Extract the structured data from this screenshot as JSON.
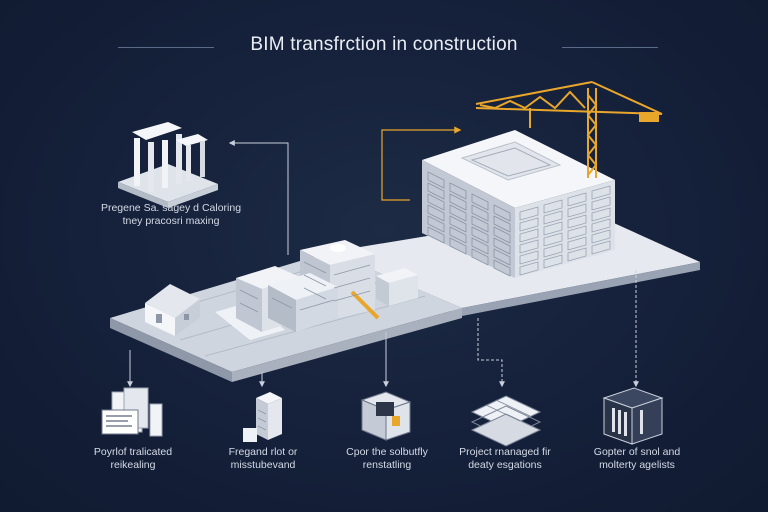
{
  "title": "BIM transfrction in construction",
  "colors": {
    "background": "#15203a",
    "accent": "#e8a62b",
    "building": "#eef1f5",
    "connector": "#c9cfdb"
  },
  "callouts": {
    "top_left": {
      "line1": "Pregene Sa. sagey d Caloring",
      "line2": "tney pracosri maxing",
      "icon": "column-structure-icon"
    }
  },
  "features": [
    {
      "line1": "Poyrlof tralicated",
      "line2": "reikealing",
      "icon": "document-stack-icon"
    },
    {
      "line1": "Fregand rlot or",
      "line2": "misstubevand",
      "icon": "tower-building-icon"
    },
    {
      "line1": "Cpor the solbutfly",
      "line2": "renstatling",
      "icon": "device-panel-icon"
    },
    {
      "line1": "Project rnanaged fir",
      "line2": "deaty esgations",
      "icon": "layered-model-icon"
    },
    {
      "line1": "Gopter of snol and",
      "line2": "molterty agelists",
      "icon": "cube-panels-icon"
    }
  ]
}
